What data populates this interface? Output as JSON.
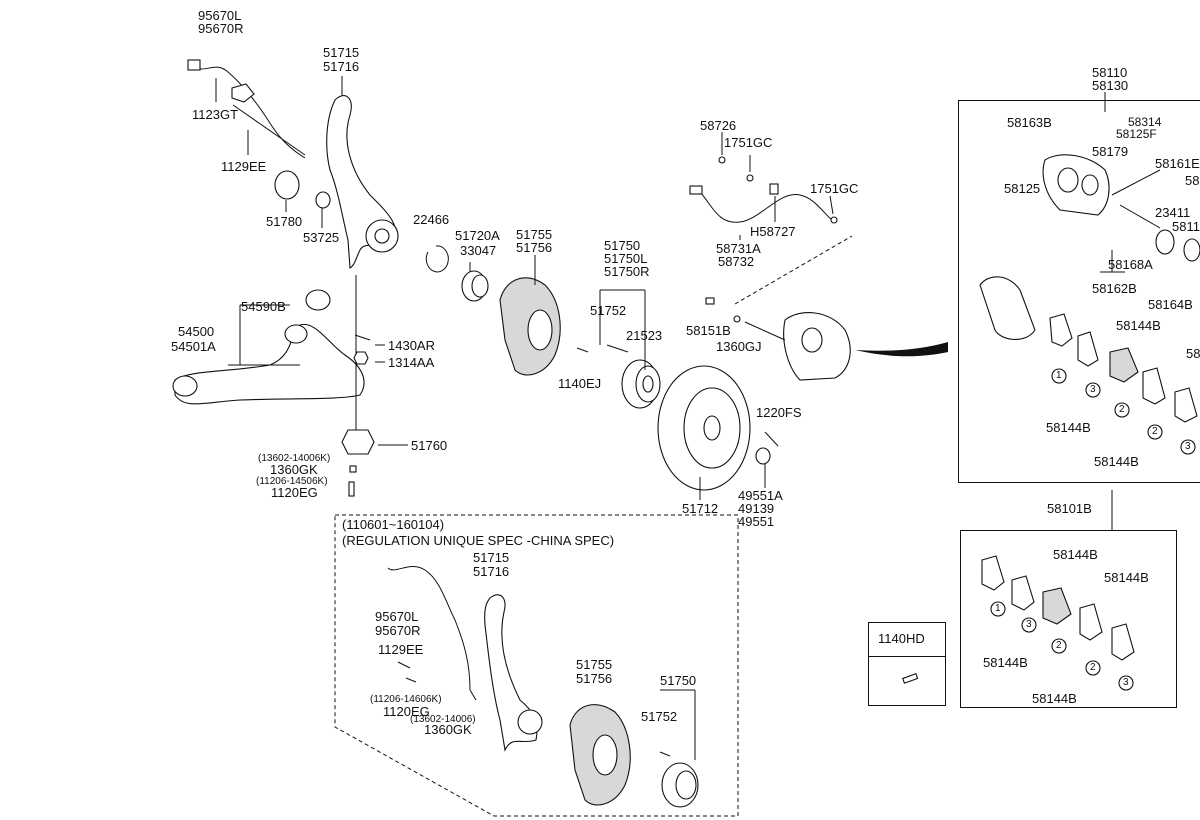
{
  "labels": {
    "p95670L": "95670L",
    "p95670R": "95670R",
    "p1123GT": "1123GT",
    "p1129EE": "1129EE",
    "p51780": "51780",
    "p53725": "53725",
    "p51715": "51715",
    "p51716": "51716",
    "p22466": "22466",
    "p51720A": "51720A",
    "p33047": "33047",
    "p51755": "51755",
    "p51756": "51756",
    "p54590B": "54590B",
    "p54500": "54500",
    "p54501A": "54501A",
    "p1430AR": "1430AR",
    "p1314AA": "1314AA",
    "p51760": "51760",
    "p13602": "(13602-14006K)",
    "p1360GK": "1360GK",
    "p11206": "(11206-14506K)",
    "p1120EG": "1120EG",
    "p51750": "51750",
    "p51750L": "51750L",
    "p51750R": "51750R",
    "p51752": "51752",
    "p21523": "21523",
    "p1140EJ": "1140EJ",
    "p58726": "58726",
    "p1751GC_a": "1751GC",
    "p1751GC_b": "1751GC",
    "pH58727": "H58727",
    "p58731A": "58731A",
    "p58732": "58732",
    "p58151B": "58151B",
    "p1360GJ": "1360GJ",
    "p1220FS": "1220FS",
    "p49551A": "49551A",
    "p49139": "49139",
    "p49551": "49551",
    "p51712": "51712",
    "p58110": "58110",
    "p58130": "58130",
    "p58163B": "58163B",
    "p58314": "58314",
    "p58125F": "58125F",
    "p58179": "58179",
    "p58161E": "58161E",
    "p58_cut1": "58",
    "p58125": "58125",
    "p23411": "23411",
    "p5811_cut": "5811",
    "p58168A": "58168A",
    "p58162B": "58162B",
    "p58164B": "58164B",
    "p58144B_1": "58144B",
    "p58_cut2": "58",
    "p58144B_2": "58144B",
    "p58144B_3": "58144B",
    "c1": "1",
    "c2": "2",
    "c3": "3",
    "c2b": "2",
    "c3b": "3",
    "p58101B": "58101B",
    "q58144B_1": "58144B",
    "q58144B_2": "58144B",
    "q58144B_3": "58144B",
    "q58144B_4": "58144B",
    "d1": "1",
    "d3": "3",
    "d2": "2",
    "d2b": "2",
    "d3b": "3",
    "p1140HD": "1140HD",
    "spec_range": "(110601~160104)",
    "spec_note": "(REGULATION  UNIQUE SPEC -CHINA SPEC)",
    "s51715": "51715",
    "s51716": "51716",
    "s95670L": "95670L",
    "s95670R": "95670R",
    "s1129EE": "1129EE",
    "s11206": "(11206-14606K)",
    "s1120EG": "1120EG",
    "s13602": "(13602-14006)",
    "s1360GK": "1360GK",
    "s51755": "51755",
    "s51756": "51756",
    "s51750": "51750",
    "s51752": "51752"
  }
}
